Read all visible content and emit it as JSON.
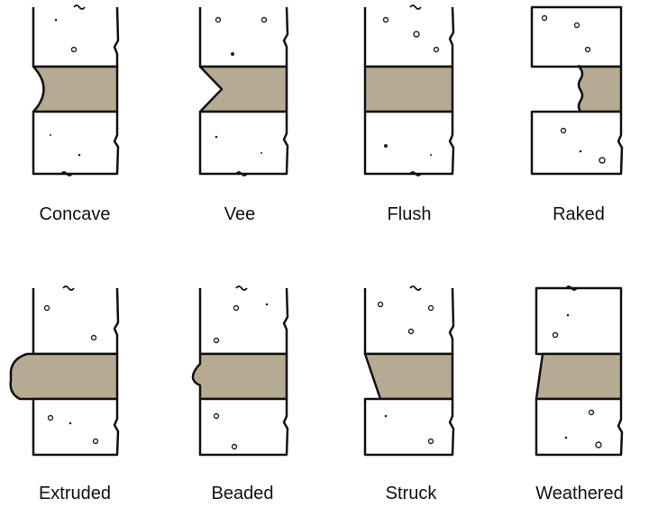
{
  "colors": {
    "mortar": "#b7aa92",
    "outline": "#111111",
    "background": "#ffffff"
  },
  "joints": [
    {
      "id": "concave",
      "label": "Concave"
    },
    {
      "id": "vee",
      "label": "Vee"
    },
    {
      "id": "flush",
      "label": "Flush"
    },
    {
      "id": "raked",
      "label": "Raked"
    },
    {
      "id": "extruded",
      "label": "Extruded"
    },
    {
      "id": "beaded",
      "label": "Beaded"
    },
    {
      "id": "struck",
      "label": "Struck"
    },
    {
      "id": "weathered",
      "label": "Weathered"
    }
  ]
}
